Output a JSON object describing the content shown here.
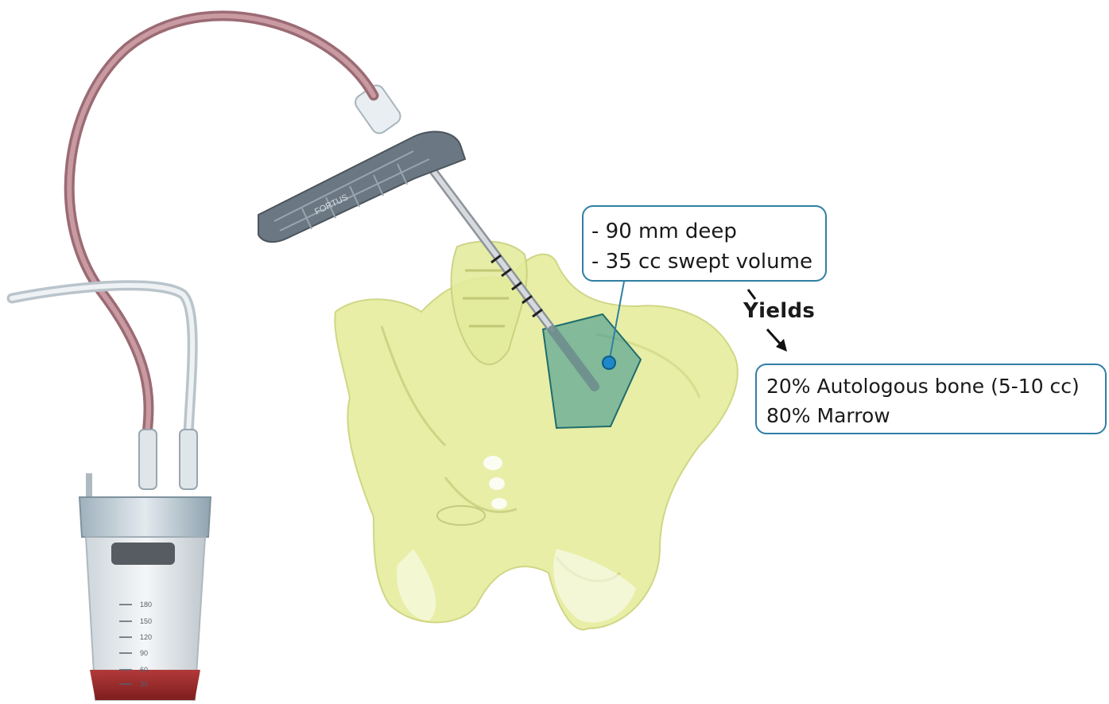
{
  "callouts": {
    "specs": [
      "- 90 mm deep",
      "- 35 cc swept volume"
    ],
    "yields_label": "Yields",
    "results": [
      "20% Autologous bone (5-10 cc)",
      "80% Marrow"
    ]
  },
  "device": {
    "handle_brand": "FORTUS"
  },
  "canister": {
    "scale_labels": [
      "180",
      "150",
      "120",
      "90",
      "60",
      "30"
    ]
  },
  "colors": {
    "bone": "#e6ee9a",
    "swept_volume": "#2d8f8f",
    "callout_border": "#2f7fa3",
    "target_dot": "#1e88c8",
    "tubing": "#b07d87",
    "blood": "#9c2a2a"
  }
}
